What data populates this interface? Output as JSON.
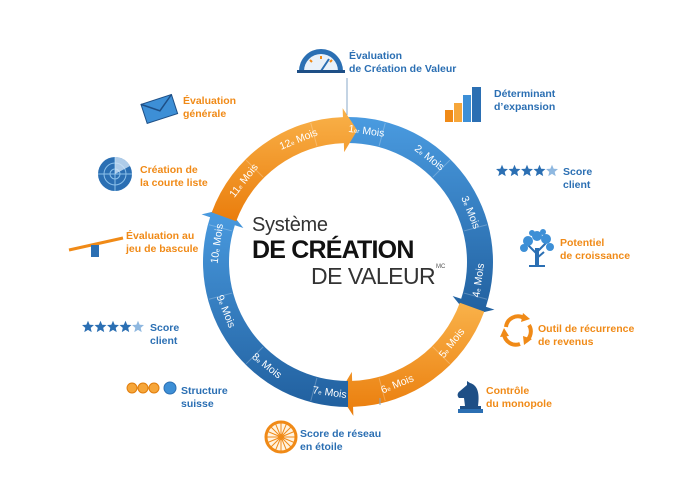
{
  "title": {
    "line1": "Système",
    "line2": "DE CRÉATION",
    "line3": "DE VALEUR",
    "mark": "MC"
  },
  "months": [
    {
      "num": "1",
      "suffix": "er",
      "word": "Mois"
    },
    {
      "num": "2",
      "suffix": "e",
      "word": "Mois"
    },
    {
      "num": "3",
      "suffix": "e",
      "word": "Mois"
    },
    {
      "num": "4",
      "suffix": "e",
      "word": "Mois"
    },
    {
      "num": "5",
      "suffix": "e",
      "word": "Mois"
    },
    {
      "num": "6",
      "suffix": "e",
      "word": "Mois"
    },
    {
      "num": "7",
      "suffix": "e",
      "word": "Mois"
    },
    {
      "num": "8",
      "suffix": "e",
      "word": "Mois"
    },
    {
      "num": "9",
      "suffix": "e",
      "word": "Mois"
    },
    {
      "num": "10",
      "suffix": "e",
      "word": "Mois"
    },
    {
      "num": "11",
      "suffix": "e",
      "word": "Mois"
    },
    {
      "num": "12",
      "suffix": "e",
      "word": "Mois"
    }
  ],
  "items": {
    "eval_creation": {
      "line1": "Évaluation",
      "line2": "de Création de Valeur",
      "icon": "gauge-icon"
    },
    "determinant": {
      "line1": "Déterminant",
      "line2": "d’expansion",
      "icon": "bar-chart-icon"
    },
    "score_right": {
      "line1": "Score",
      "line2": "client",
      "icon": "stars-icon"
    },
    "potentiel": {
      "line1": "Potentiel",
      "line2": "de croissance",
      "icon": "tree-icon"
    },
    "recurrence": {
      "line1": "Outil de récurrence",
      "line2": "de revenus",
      "icon": "cycle-arrows-icon"
    },
    "controle": {
      "line1": "Contrôle",
      "line2": "du monopole",
      "icon": "chess-knight-icon"
    },
    "reseau": {
      "line1": "Score de réseau",
      "line2": "en étoile",
      "icon": "wheel-icon"
    },
    "structure": {
      "line1": "Structure",
      "line2": "suisse",
      "icon": "coins-icon"
    },
    "score_left": {
      "line1": "Score",
      "line2": "client",
      "icon": "stars-icon"
    },
    "bascule": {
      "line1": "Évaluation au",
      "line2": "jeu de bascule",
      "icon": "seesaw-icon"
    },
    "courte_liste": {
      "line1": "Création de",
      "line2": "la courte liste",
      "icon": "radar-icon"
    },
    "generale": {
      "line1": "Évaluation",
      "line2": "générale",
      "icon": "envelope-icon"
    }
  },
  "colors": {
    "blue": "#2b6fb3",
    "blue_light": "#3d8fd6",
    "orange": "#f08a17",
    "orange_light": "#f6a63a",
    "star": "#2b6fb3"
  }
}
